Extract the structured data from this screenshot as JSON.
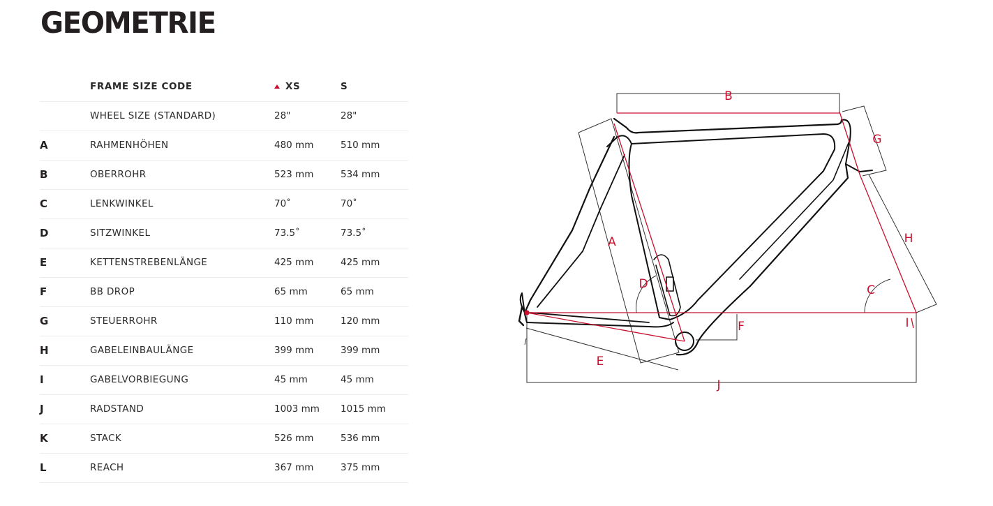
{
  "page": {
    "title": "GEOMETRIE"
  },
  "table": {
    "header": {
      "label": "FRAME SIZE CODE",
      "size_xs": "XS",
      "size_s": "S",
      "sort_indicator": "triangle-up-icon",
      "accent": "#c8102e"
    },
    "wheel_row": {
      "label": "WHEEL SIZE (STANDARD)",
      "xs": "28\"",
      "s": "28\""
    },
    "rows": [
      {
        "letter": "A",
        "label": "RAHMENHÖHEN",
        "xs": "480 mm",
        "s": "510 mm"
      },
      {
        "letter": "B",
        "label": "OBERROHR",
        "xs": "523 mm",
        "s": "534 mm"
      },
      {
        "letter": "C",
        "label": "LENKWINKEL",
        "xs": "70˚",
        "s": "70˚"
      },
      {
        "letter": "D",
        "label": "SITZWINKEL",
        "xs": "73.5˚",
        "s": "73.5˚"
      },
      {
        "letter": "E",
        "label": "KETTENSTREBENLÄNGE",
        "xs": "425 mm",
        "s": "425 mm"
      },
      {
        "letter": "F",
        "label": "BB DROP",
        "xs": "65 mm",
        "s": "65 mm"
      },
      {
        "letter": "G",
        "label": "STEUERROHR",
        "xs": "110 mm",
        "s": "120 mm"
      },
      {
        "letter": "H",
        "label": "GABELEINBAULÄNGE",
        "xs": "399 mm",
        "s": "399 mm"
      },
      {
        "letter": "I",
        "label": "GABELVORBIEGUNG",
        "xs": "45 mm",
        "s": "45 mm"
      },
      {
        "letter": "J",
        "label": "RADSTAND",
        "xs": "1003 mm",
        "s": "1015 mm"
      },
      {
        "letter": "K",
        "label": "STACK",
        "xs": "526 mm",
        "s": "536 mm"
      },
      {
        "letter": "L",
        "label": "REACH",
        "xs": "367 mm",
        "s": "375 mm"
      }
    ]
  },
  "diagram": {
    "labels": {
      "A": "A",
      "B": "B",
      "C": "C",
      "D": "D",
      "E": "E",
      "F": "F",
      "G": "G",
      "H": "H",
      "I": "I",
      "J": "J"
    },
    "colors": {
      "frame": "#111111",
      "dimension": "#c8102e",
      "guide": "#333333"
    }
  }
}
